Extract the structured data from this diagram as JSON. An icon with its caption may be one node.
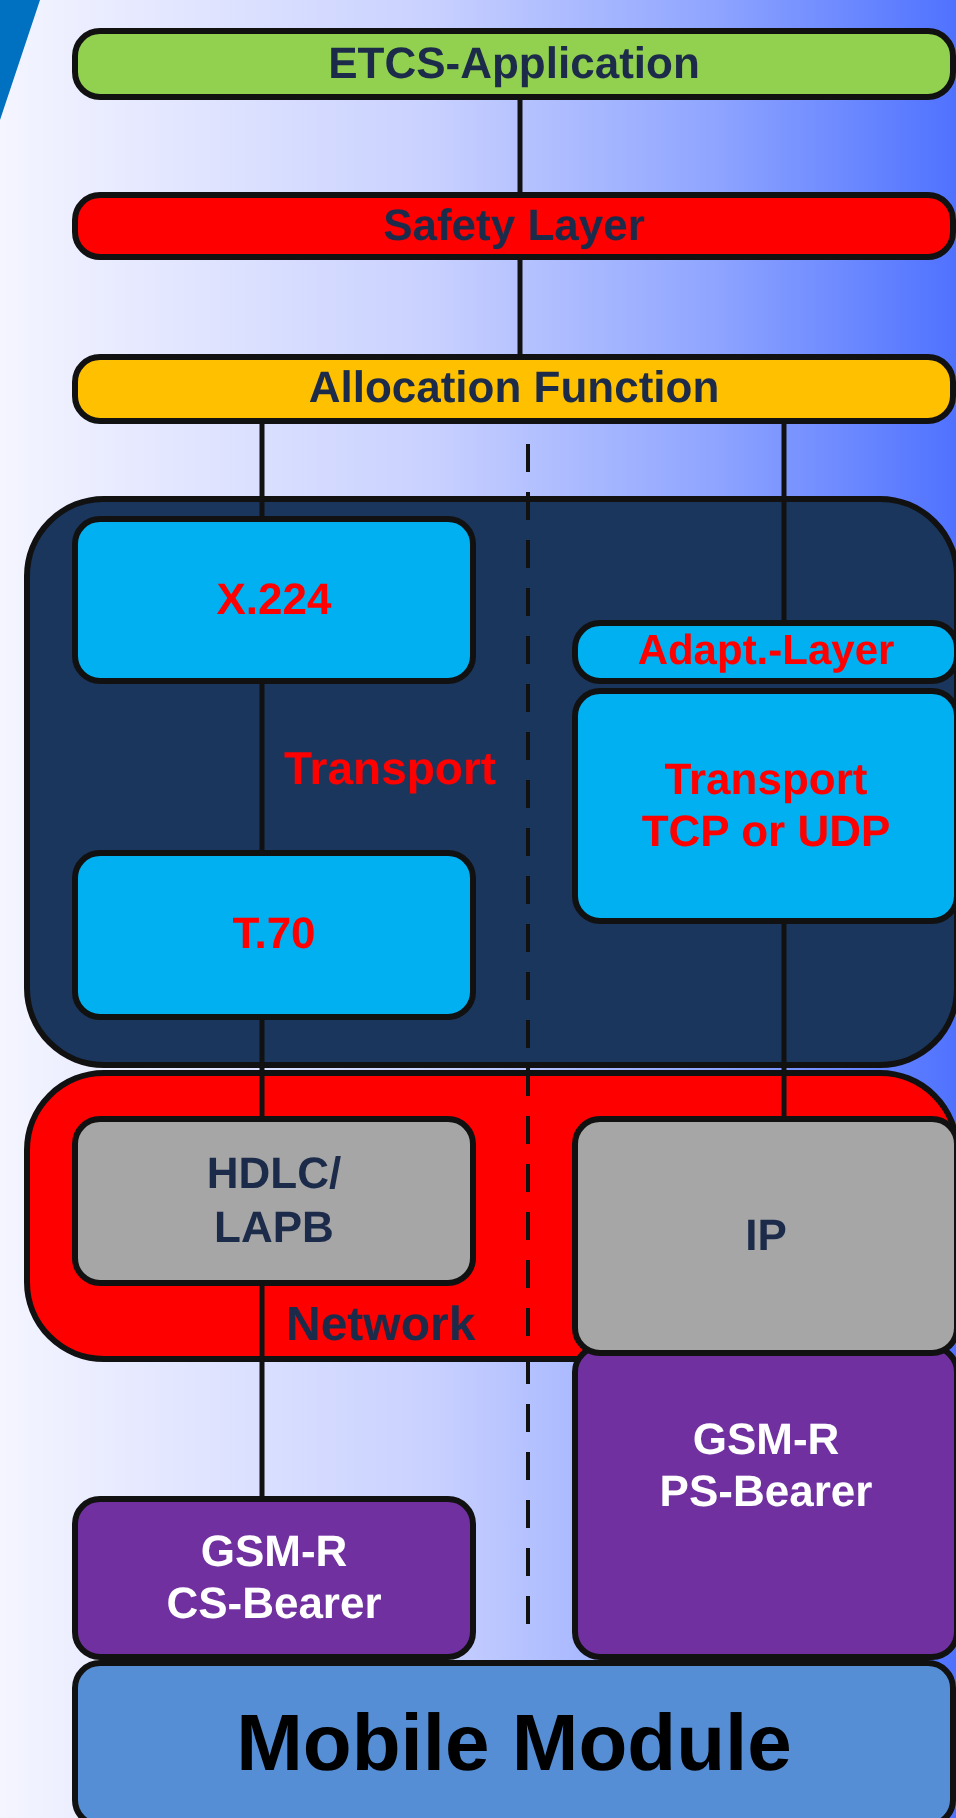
{
  "diagram": {
    "nodes": [
      {
        "text": [
          "ETCS-Application"
        ]
      },
      {
        "text": [
          "Safety Layer"
        ]
      },
      {
        "text": [
          "Allocation Function"
        ]
      },
      {
        "text": [
          "Transport"
        ]
      },
      {
        "text": [
          "X.224"
        ],
        "in": 3
      },
      {
        "text": [
          "T.70"
        ],
        "in": 3
      },
      {
        "text": [
          "Adapt.-Layer"
        ],
        "in": 3
      },
      {
        "text": [
          "Transport TCP or UDP"
        ],
        "in": 3
      },
      {
        "text": [
          "Network"
        ]
      },
      {
        "text": [
          "HDLC/ LAPB"
        ],
        "in": 8
      },
      {
        "text": [
          "IP"
        ],
        "in": 8
      },
      {
        "text": [
          "GSM-R PS-Bearer"
        ]
      },
      {
        "text": [
          "GSM-R CS-Bearer"
        ]
      },
      {
        "text": [
          "Mobile Module"
        ]
      }
    ],
    "edges": [
      {
        "from": 0,
        "to": 1,
        "arrow": "none"
      },
      {
        "from": 1,
        "to": 2,
        "arrow": "none"
      },
      {
        "from": 2,
        "to": 4,
        "arrow": "none"
      },
      {
        "from": 4,
        "to": 5,
        "arrow": "none"
      },
      {
        "from": 5,
        "to": 9,
        "arrow": "none"
      },
      {
        "from": 9,
        "to": 12,
        "arrow": "none"
      },
      {
        "from": 2,
        "to": 6,
        "arrow": "none"
      },
      {
        "from": 7,
        "to": 10,
        "arrow": "none"
      }
    ]
  }
}
